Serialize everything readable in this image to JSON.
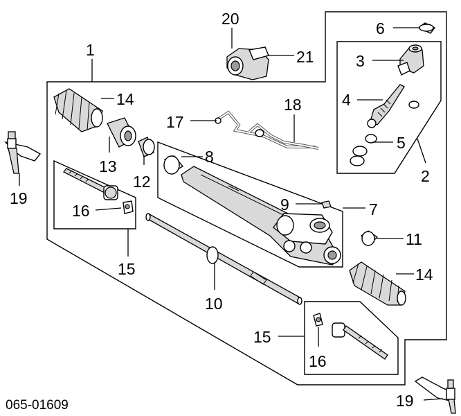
{
  "diagram_code": "065-01609",
  "parts": [
    {
      "number": "1"
    },
    {
      "number": "2"
    },
    {
      "number": "3"
    },
    {
      "number": "4"
    },
    {
      "number": "5"
    },
    {
      "number": "6"
    },
    {
      "number": "7"
    },
    {
      "number": "8"
    },
    {
      "number": "9"
    },
    {
      "number": "10"
    },
    {
      "number": "11"
    },
    {
      "number": "12"
    },
    {
      "number": "13"
    },
    {
      "number": "14"
    },
    {
      "number": "14"
    },
    {
      "number": "15"
    },
    {
      "number": "15"
    },
    {
      "number": "16"
    },
    {
      "number": "16"
    },
    {
      "number": "17"
    },
    {
      "number": "18"
    },
    {
      "number": "19"
    },
    {
      "number": "19"
    },
    {
      "number": "20"
    },
    {
      "number": "21"
    }
  ]
}
